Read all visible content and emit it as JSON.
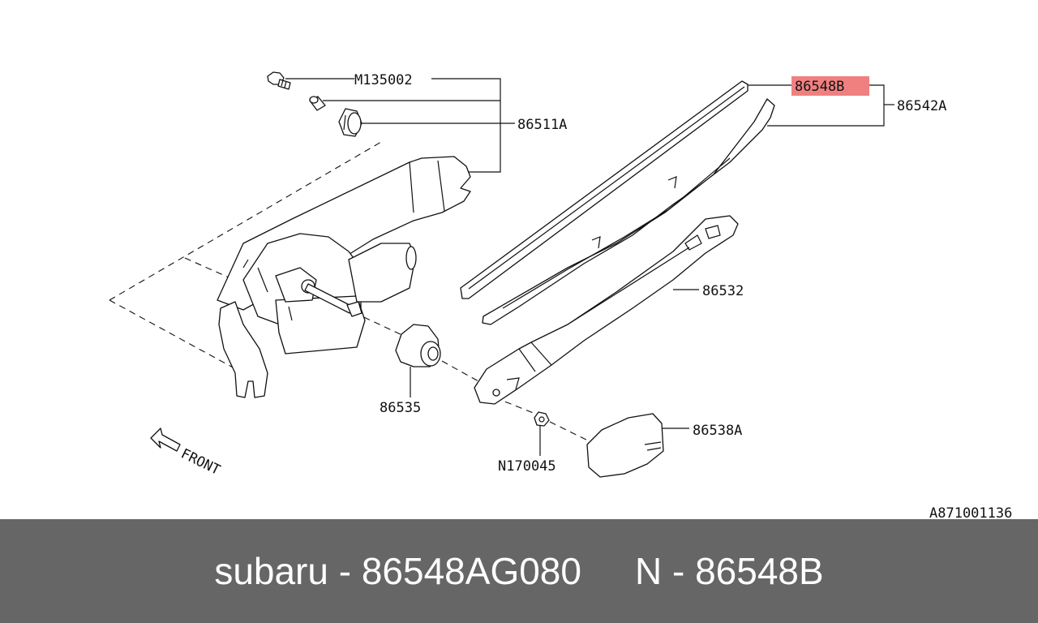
{
  "diagram": {
    "callouts": {
      "bolt": "M135002",
      "grommet": "86511A",
      "blade_refill": "86548B",
      "blade_assy": "86542A",
      "arm": "86532",
      "cap": "86535",
      "nut": "N170045",
      "cover": "86538A"
    },
    "front_label": "FRONT",
    "figure_id": "A871001136",
    "highlight_color": "#f08080"
  },
  "footer": {
    "left_text": "subaru - 86548AG080",
    "right_text": "N - 86548B"
  }
}
